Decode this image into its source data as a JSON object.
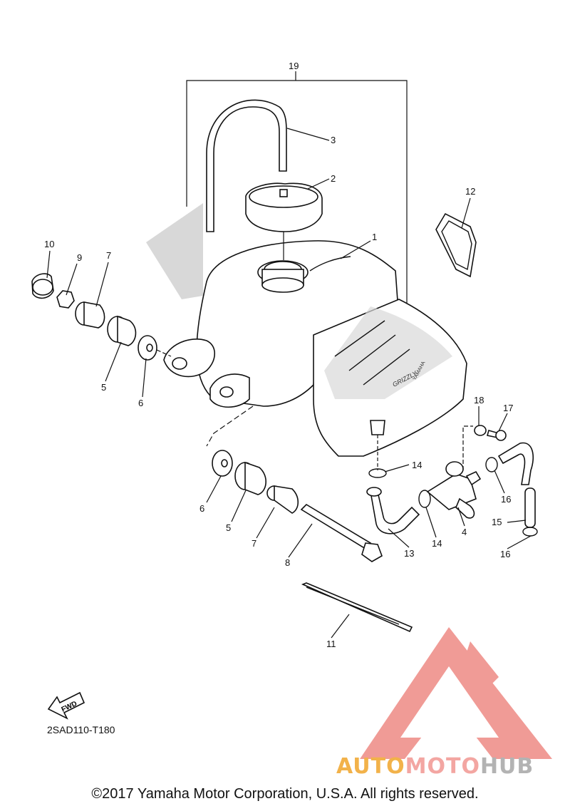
{
  "callouts": [
    {
      "id": "c19",
      "text": "19"
    },
    {
      "id": "c3",
      "text": "3"
    },
    {
      "id": "c2",
      "text": "2"
    },
    {
      "id": "c12",
      "text": "12"
    },
    {
      "id": "c1",
      "text": "1"
    },
    {
      "id": "c10",
      "text": "10"
    },
    {
      "id": "c9",
      "text": "9"
    },
    {
      "id": "c7a",
      "text": "7"
    },
    {
      "id": "c5a",
      "text": "5"
    },
    {
      "id": "c6a",
      "text": "6"
    },
    {
      "id": "c18",
      "text": "18"
    },
    {
      "id": "c17",
      "text": "17"
    },
    {
      "id": "c14a",
      "text": "14"
    },
    {
      "id": "c16a",
      "text": "16"
    },
    {
      "id": "c6b",
      "text": "6"
    },
    {
      "id": "c5b",
      "text": "5"
    },
    {
      "id": "c7b",
      "text": "7"
    },
    {
      "id": "c8",
      "text": "8"
    },
    {
      "id": "c13",
      "text": "13"
    },
    {
      "id": "c14b",
      "text": "14"
    },
    {
      "id": "c4",
      "text": "4"
    },
    {
      "id": "c15",
      "text": "15"
    },
    {
      "id": "c16b",
      "text": "16"
    },
    {
      "id": "c11",
      "text": "11"
    }
  ],
  "fwd_label": "FWD",
  "drawing_code": "2SAD110-T180",
  "copyright": "©2017 Yamaha Motor Corporation, U.S.A. All rights reserved.",
  "brand": {
    "part1": "AUTO",
    "part2": "MOTO",
    "part3": "HUB"
  },
  "decal_text": {
    "a": "GRIZZLY",
    "b": "YAMAHA"
  },
  "colors": {
    "line": "#111111",
    "watermark_red": "#ee8a84",
    "brand_orange": "#f2b24a",
    "brand_grey": "#b3b3b3"
  }
}
